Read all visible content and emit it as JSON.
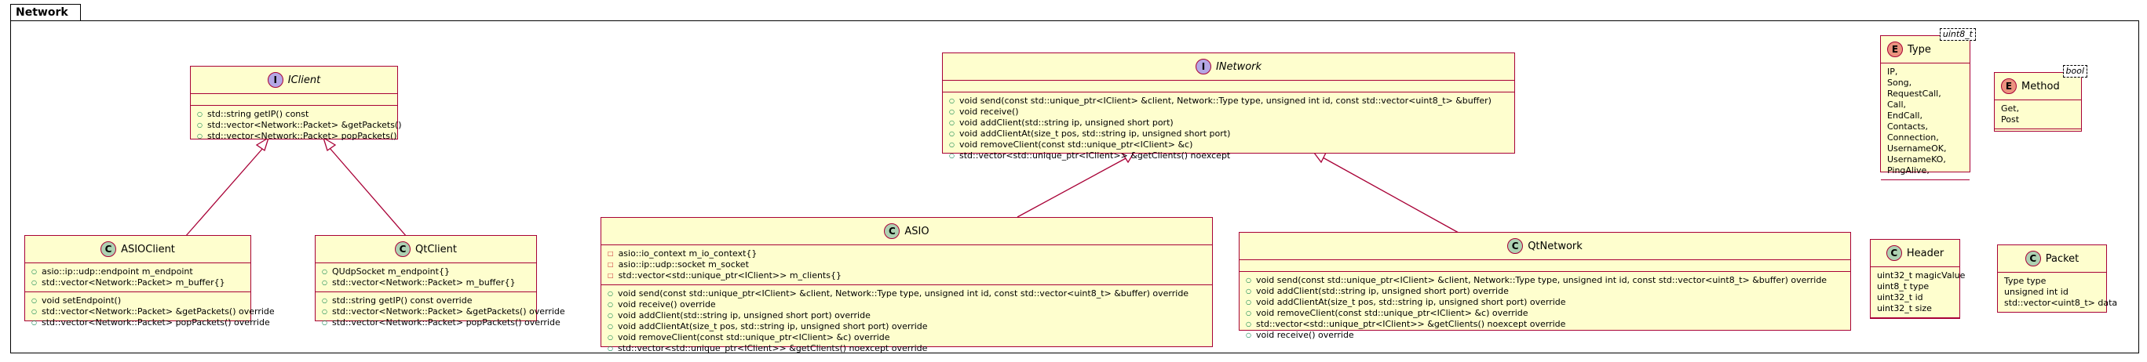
{
  "package": {
    "name": "Network"
  },
  "classes": {
    "iclient": {
      "kind": "I",
      "name": "IClient",
      "fields": [],
      "methods": [
        "std::string getIP() const",
        "std::vector<Network::Packet> &getPackets()",
        "std::vector<Network::Packet> popPackets()"
      ]
    },
    "asioclient": {
      "kind": "C",
      "name": "ASIOClient",
      "fields": [
        "asio::ip::udp::endpoint m_endpoint",
        "std::vector<Network::Packet> m_buffer{}"
      ],
      "methods": [
        "void setEndpoint()",
        "std::vector<Network::Packet> &getPackets() override",
        "std::vector<Network::Packet> popPackets() override"
      ]
    },
    "qtclient": {
      "kind": "C",
      "name": "QtClient",
      "fields": [
        "QUdpSocket m_endpoint{}",
        "std::vector<Network::Packet> m_buffer{}"
      ],
      "methods": [
        "std::string getIP() const override",
        "std::vector<Network::Packet> &getPackets() override",
        "std::vector<Network::Packet> popPackets() override"
      ]
    },
    "inetwork": {
      "kind": "I",
      "name": "INetwork",
      "fields": [],
      "methods": [
        "void send(const std::unique_ptr<IClient> &client, Network::Type type, unsigned int id, const std::vector<uint8_t> &buffer)",
        "void receive()",
        "void addClient(std::string ip, unsigned short port)",
        "void addClientAt(size_t pos, std::string ip, unsigned short port)",
        "void removeClient(const std::unique_ptr<IClient> &c)",
        "std::vector<std::unique_ptr<IClient>> &getClients() noexcept"
      ]
    },
    "asio": {
      "kind": "C",
      "name": "ASIO",
      "fields": [
        "asio::io_context m_io_context{}",
        "asio::ip::udp::socket m_socket",
        "std::vector<std::unique_ptr<IClient>> m_clients{}"
      ],
      "methods": [
        "void send(const std::unique_ptr<IClient> &client, Network::Type type, unsigned int id, const std::vector<uint8_t> &buffer) override",
        "void receive() override",
        "void addClient(std::string ip, unsigned short port) override",
        "void addClientAt(size_t pos, std::string ip, unsigned short port) override",
        "void removeClient(const std::unique_ptr<IClient> &c) override",
        "std::vector<std::unique_ptr<IClient>> &getClients() noexcept override"
      ]
    },
    "qtnetwork": {
      "kind": "C",
      "name": "QtNetwork",
      "fields": [],
      "methods": [
        "void send(const std::unique_ptr<IClient> &client, Network::Type type, unsigned int id, const std::vector<uint8_t> &buffer) override",
        "void addClient(std::string ip, unsigned short port) override",
        "void addClientAt(size_t pos, std::string ip, unsigned short port) override",
        "void removeClient(const std::unique_ptr<IClient> &c) override",
        "std::vector<std::unique_ptr<IClient>> &getClients() noexcept override",
        "void receive() override"
      ]
    },
    "type_enum": {
      "kind": "E",
      "name": "Type",
      "type_param": "uint8_t",
      "values": [
        "IP,",
        "Song,",
        "RequestCall,",
        "Call,",
        "EndCall,",
        "Contacts,",
        "Connection,",
        "UsernameOK,",
        "UsernameKO,",
        "PingAlive,"
      ]
    },
    "method_enum": {
      "kind": "E",
      "name": "Method",
      "type_param": "bool",
      "values": [
        "Get,",
        "Post"
      ]
    },
    "header": {
      "kind": "C",
      "name": "Header",
      "fields": [
        "uint32_t magicValue",
        "uint8_t type",
        "uint32_t id",
        "uint32_t size"
      ]
    },
    "packet": {
      "kind": "C",
      "name": "Packet",
      "fields": [
        "Type type",
        "unsigned int id",
        "std::vector<uint8_t> data"
      ]
    }
  },
  "colors": {
    "class_fill": "#fefece",
    "class_border": "#a80036",
    "interface_badge": "#b4a7e5",
    "class_badge": "#add1b2",
    "enum_badge": "#eb937f"
  }
}
